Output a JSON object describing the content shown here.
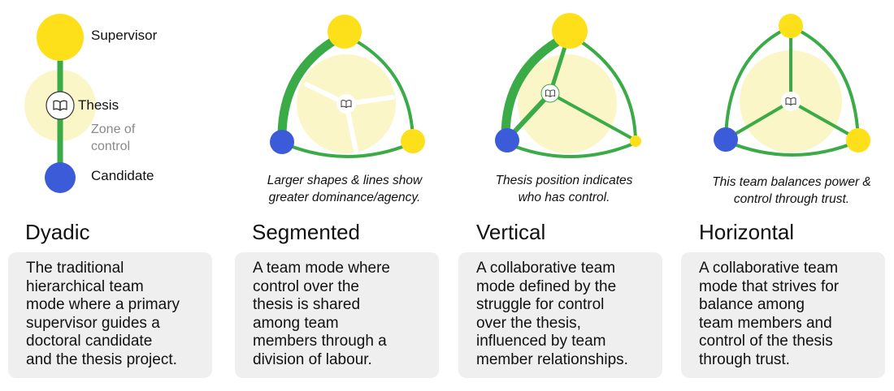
{
  "legend": {
    "supervisor": "Supervisor",
    "thesis": "Thesis",
    "zone": "Zone of control",
    "candidate": "Candidate",
    "book_icon": "book-icon"
  },
  "captions": {
    "segmented": "Larger shapes & lines show greater dominance/agency.",
    "vertical": "Thesis position indicates who has control.",
    "horizontal": "This team balances power & control through trust."
  },
  "modes": [
    {
      "title": "Dyadic",
      "lines": [
        "The traditional",
        "hierarchical team",
        "mode where a primary",
        "supervisor guides a",
        "doctoral candidate",
        "and the thesis project."
      ]
    },
    {
      "title": "Segmented",
      "lines": [
        "A team mode where",
        "control over the",
        "thesis is shared",
        "among team",
        "members through a",
        "division of labour."
      ]
    },
    {
      "title": "Vertical",
      "lines": [
        "A collaborative team",
        "mode defined by the",
        "struggle for control",
        "over the thesis,",
        "influenced by team",
        "member relationships."
      ]
    },
    {
      "title": "Horizontal",
      "lines": [
        "A collaborative team",
        "mode that strives for",
        "balance among",
        "team members and",
        "control of the thesis",
        "through trust."
      ]
    }
  ],
  "colors": {
    "supervisor": "#fde01a",
    "candidate": "#3b5bd9",
    "link": "#3aab47",
    "zone": "#fbf6c7",
    "card": "#efefef"
  }
}
